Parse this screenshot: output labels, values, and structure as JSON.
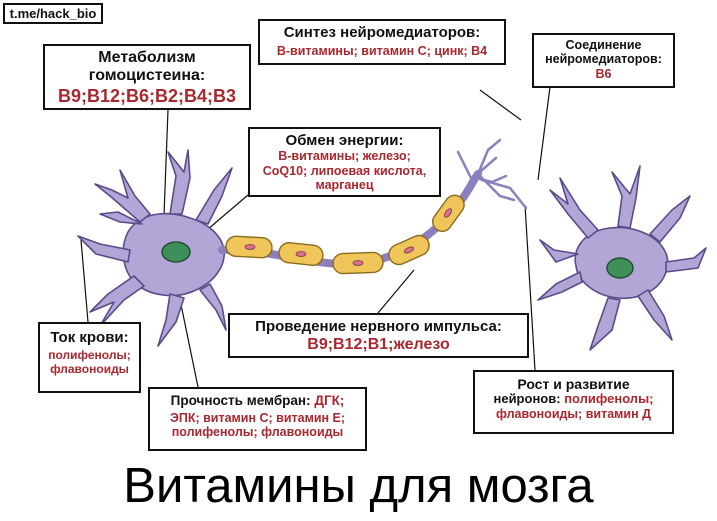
{
  "watermark": "t.me/hack_bio",
  "title": "Витамины для мозга",
  "colors": {
    "neuron_fill": "#b3a6d6",
    "neuron_outline": "#5b4a8c",
    "nucleus": "#3f8f5a",
    "myelin": "#f0c65a",
    "myelin_outline": "#8a6a1e",
    "node_color": "#d9708f",
    "accent_text": "#a8282f"
  },
  "boxes": {
    "homocysteine": {
      "head_1": "Метаболизм",
      "head_2": "гомоцистеина:",
      "items": "B9;B12;B6;B2;B4;B3"
    },
    "synthesis": {
      "head": "Синтез нейромедиаторов:",
      "items": "В-витамины; витамин С; цинк; В4"
    },
    "connection": {
      "head_1": "Соединение",
      "head_2": "нейромедиаторов:",
      "items": "B6"
    },
    "energy": {
      "head": "Обмен энергии:",
      "items_1": "В-витамины; железо;",
      "items_2": "CoQ10; липоевая кислота,",
      "items_3": "марганец"
    },
    "blood_flow": {
      "head": "Ток крови:",
      "items_1": "полифенолы;",
      "items_2": "флавоноиды"
    },
    "impulse": {
      "head": "Проведение нервного импульса:",
      "items": "B9;B12;B1;железо"
    },
    "membrane": {
      "head_prefix": "Прочность мембран:",
      "items_0": "ДГК;",
      "items_1": "ЭПК; витамин С; витамин Е;",
      "items_2": "полифенолы; флавоноиды"
    },
    "growth": {
      "head_1": "Рост и развитие",
      "head_2": "нейронов:",
      "items_1": "полифенолы;",
      "items_2": "флавоноиды; витамин Д"
    }
  }
}
